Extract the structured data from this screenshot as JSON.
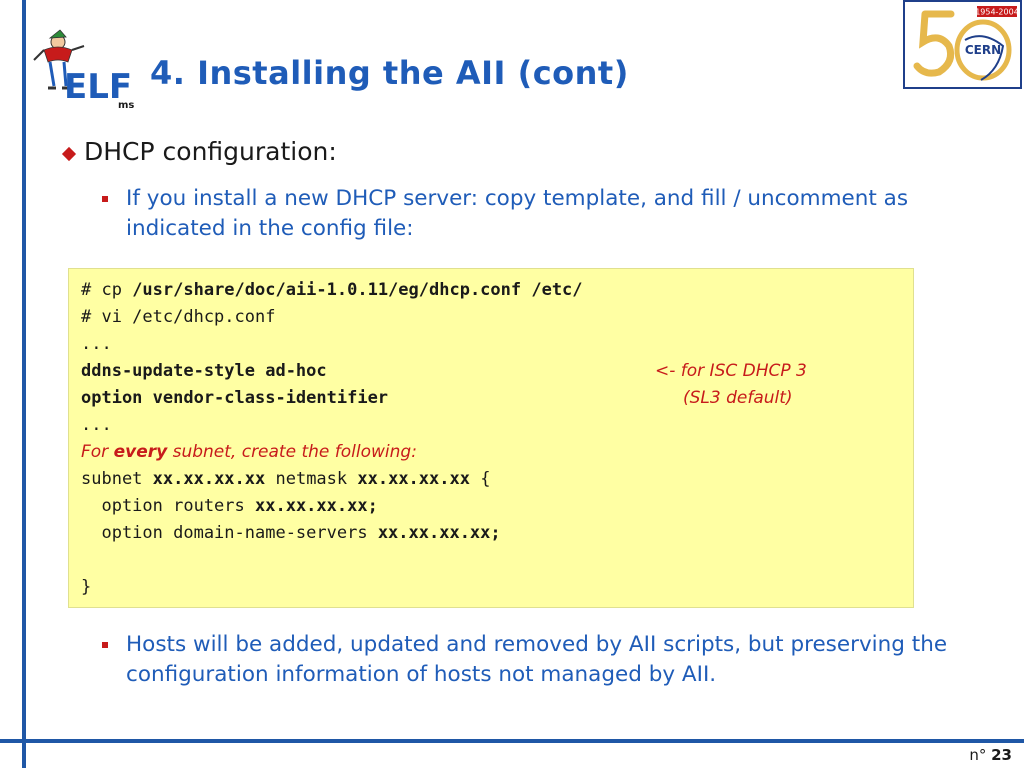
{
  "slide": {
    "title": "4. Installing the AII (cont)",
    "logo_elf": "ELF",
    "logo_elf_sub": "ms",
    "logo_cern": "CERN",
    "logo_cern_years": "1954-2004",
    "bullet": "DHCP configuration:",
    "sub_bullet_1": "If you install a new DHCP server: copy template, and fill / uncomment as indicated in the config file:",
    "sub_bullet_2": "Hosts will be added, updated and removed by AII scripts, but preserving the configuration information of hosts not managed by AII.",
    "page_label": "n°",
    "page_number": "23"
  },
  "code": {
    "l1_cmd": "# cp ",
    "l1_path": "/usr/share/doc/aii-1.0.11/eg/dhcp.conf /etc/",
    "l2": "# vi /etc/dhcp.conf",
    "l3": "...",
    "l4": "ddns-update-style ad-hoc",
    "l4_note": "<- for ISC DHCP 3",
    "l5": "option vendor-class-identifier",
    "l5_note": "(SL3 default)",
    "l6": "...",
    "l7_pre": "For ",
    "l7_bold": "every",
    "l7_post": " subnet, create the following:",
    "l8_a": "subnet ",
    "l8_b": "xx.xx.xx.xx",
    "l8_c": " netmask ",
    "l8_d": "xx.xx.xx.xx",
    "l8_e": " {",
    "l9_a": "  option routers ",
    "l9_b": "xx.xx.xx.xx;",
    "l10_a": "  option domain-name-servers ",
    "l10_b": "xx.xx.xx.xx;",
    "l12": "}"
  },
  "colors": {
    "accent_blue": "#1f5cb8",
    "bullet_red": "#c71b1b",
    "code_bg": "#ffffa3"
  }
}
